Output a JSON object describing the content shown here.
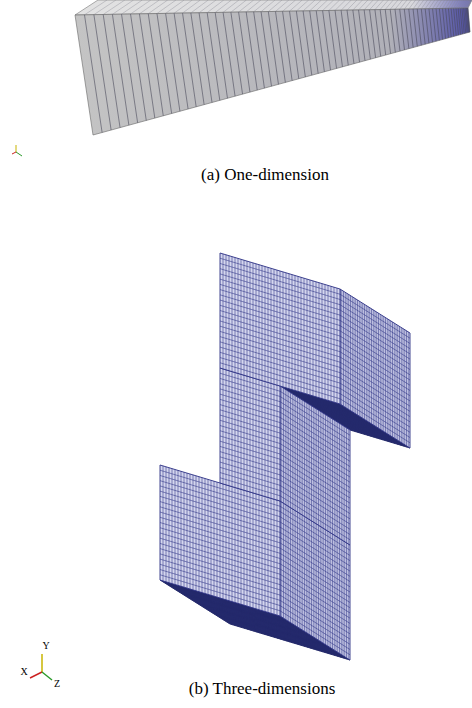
{
  "diagram": {
    "labels": [
      "(a) One-dimension",
      "(b) Three-dimensions",
      "Y",
      "X",
      "Z"
    ]
  }
}
